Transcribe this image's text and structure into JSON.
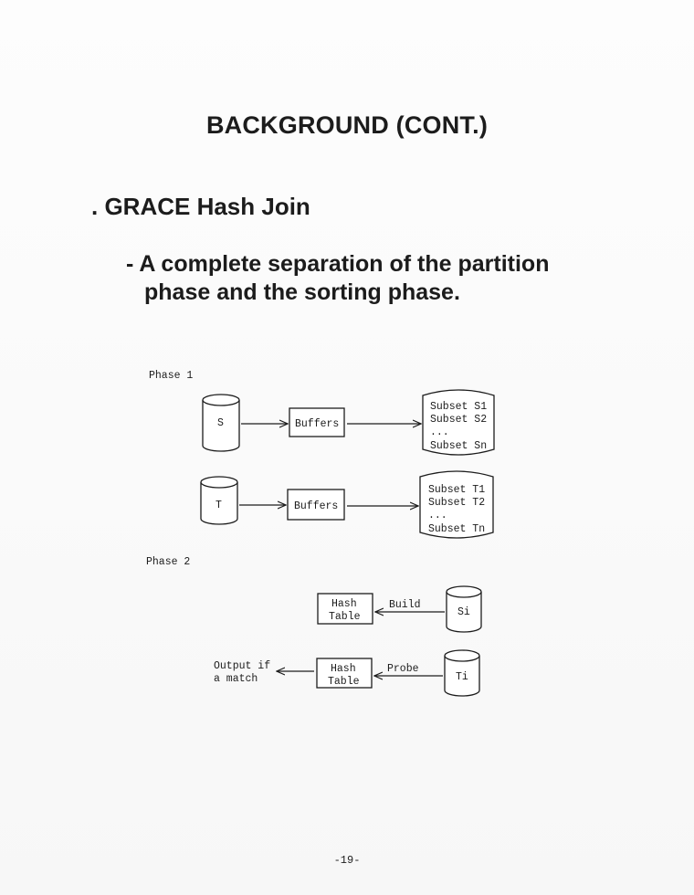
{
  "heading": "BACKGROUND (CONT.)",
  "bullet": ". GRACE Hash Join",
  "sub_bullet": {
    "line1": "- A complete separation of the partition",
    "line2": "phase and the sorting phase."
  },
  "diagram": {
    "phase1_label": "Phase 1",
    "phase2_label": "Phase 2",
    "relation_s": "S",
    "relation_t": "T",
    "buffers_s": "Buffers",
    "buffers_t": "Buffers",
    "subsets_s": [
      "Subset S1",
      "Subset S2",
      "...",
      "Subset Sn"
    ],
    "subsets_t": [
      "Subset T1",
      "Subset T2",
      "...",
      "Subset Tn"
    ],
    "build_table": [
      "Hash",
      "Table"
    ],
    "probe_table": [
      "Hash",
      "Table"
    ],
    "build_label": "Build",
    "probe_label": "Probe",
    "si_label": "Si",
    "ti_label": "Ti",
    "output_label": [
      "Output if",
      "a match"
    ]
  },
  "page_number": "-19-"
}
